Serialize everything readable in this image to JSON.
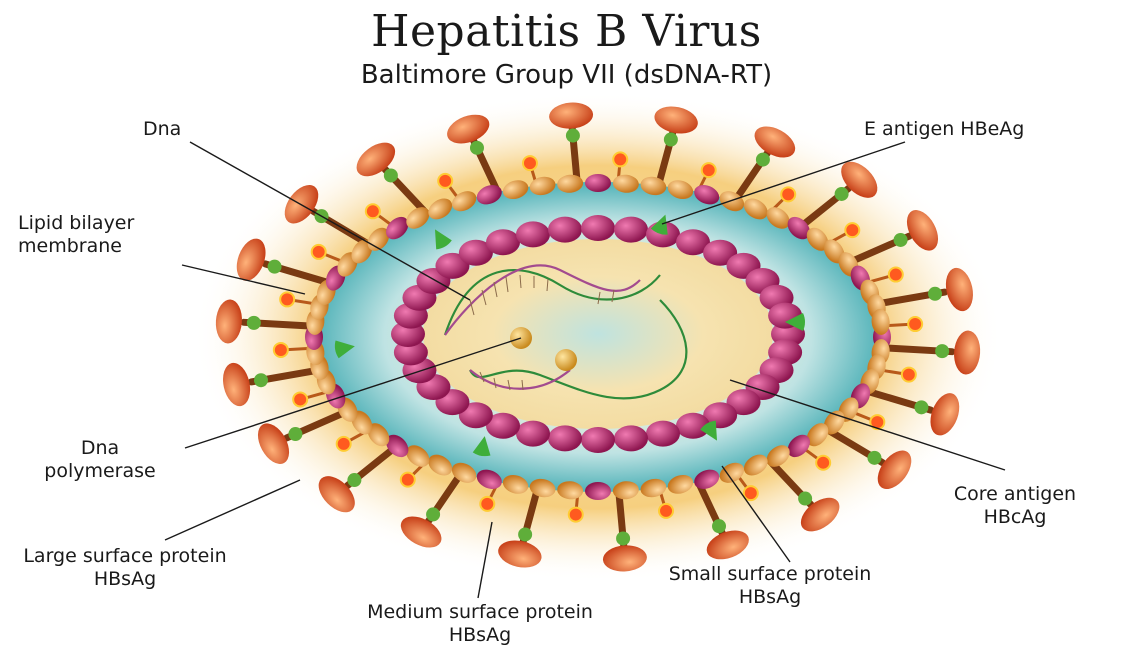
{
  "title": "Hepatitis B Virus",
  "subtitle": "Baltimore Group VII (dsDNA-RT)",
  "labels": {
    "dna": "Dna",
    "e_antigen": "E antigen HBeAg",
    "lipid_line1": "Lipid bilayer",
    "lipid_line2": "membrane",
    "polymerase_line1": "Dna",
    "polymerase_line2": "polymerase",
    "core_line1": "Core antigen",
    "core_line2": "HBcAg",
    "large_line1": "Large surface protein",
    "large_line2": "HBsAg",
    "small_line1": "Small surface protein",
    "small_line2": "HBsAg",
    "medium_line1": "Medium surface protein",
    "medium_line2": "HBsAg"
  },
  "colors": {
    "halo": "#f4c46a",
    "envelope": "#cfe9e6",
    "capsid": "#b0286a",
    "membrane_bead": "#e39a3c",
    "spike_head": "#e0552a",
    "spike_stem": "#7a3a12",
    "e_antigen": "#3fae3a"
  }
}
